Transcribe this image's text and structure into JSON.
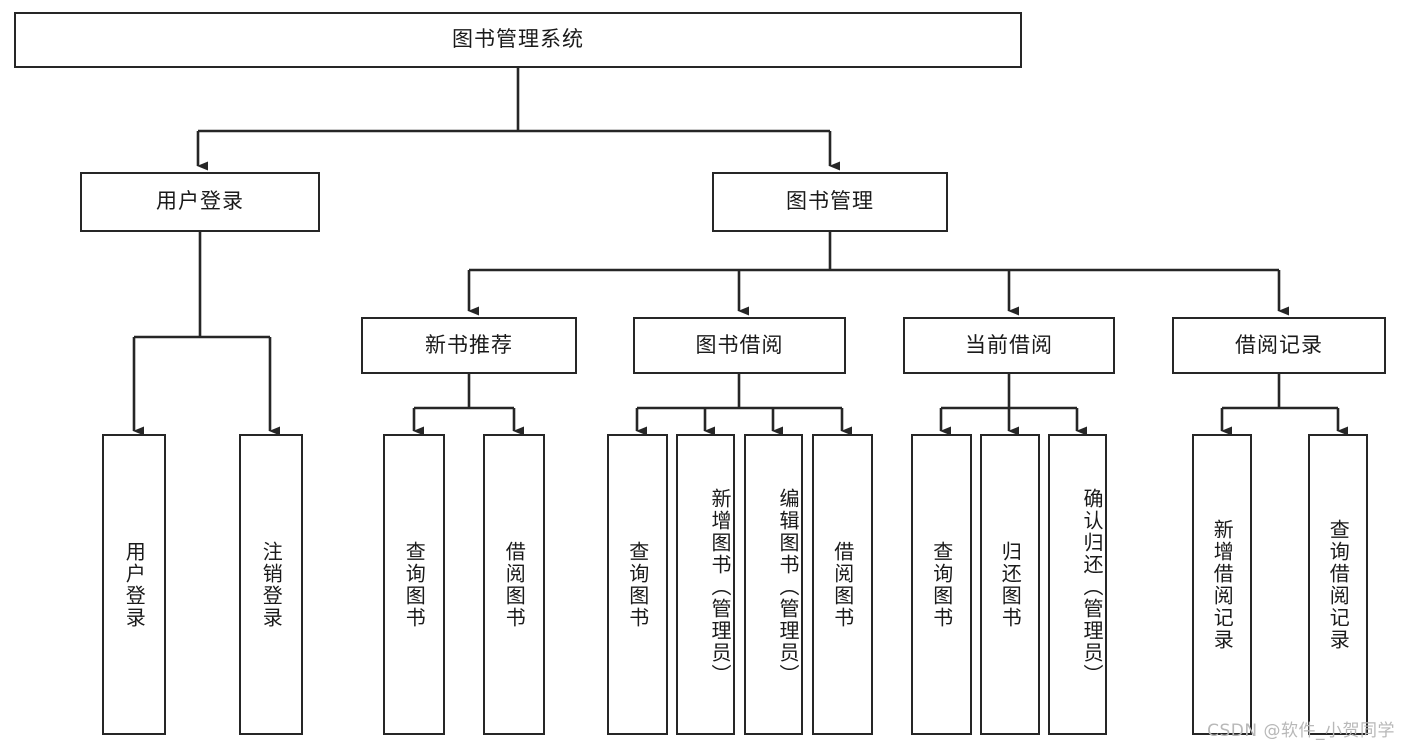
{
  "diagram": {
    "title": "图书管理系统",
    "watermark": "CSDN @软件_小贺同学",
    "background_color": "#ffffff",
    "line_color": "#262626",
    "text_color": "#1a1a1a",
    "root": {
      "label": "图书管理系统"
    },
    "level2": [
      {
        "label": "用户登录"
      },
      {
        "label": "图书管理"
      }
    ],
    "level3": [
      {
        "label": "新书推荐"
      },
      {
        "label": "图书借阅"
      },
      {
        "label": "当前借阅"
      },
      {
        "label": "借阅记录"
      }
    ],
    "leaves": {
      "user_login": [
        {
          "label": "用户登录"
        },
        {
          "label": "注销登录"
        }
      ],
      "new_book_recommend": [
        {
          "label": "查询图书"
        },
        {
          "label": "借阅图书"
        }
      ],
      "book_borrow": [
        {
          "label": "查询图书"
        },
        {
          "label": "新增图书（管理员）"
        },
        {
          "label": "编辑图书（管理员）"
        },
        {
          "label": "借阅图书"
        }
      ],
      "current_borrow": [
        {
          "label": "查询图书"
        },
        {
          "label": "归还图书"
        },
        {
          "label": "确认归还（管理员）"
        }
      ],
      "borrow_record": [
        {
          "label": "新增借阅记录"
        },
        {
          "label": "查询借阅记录"
        }
      ]
    }
  }
}
